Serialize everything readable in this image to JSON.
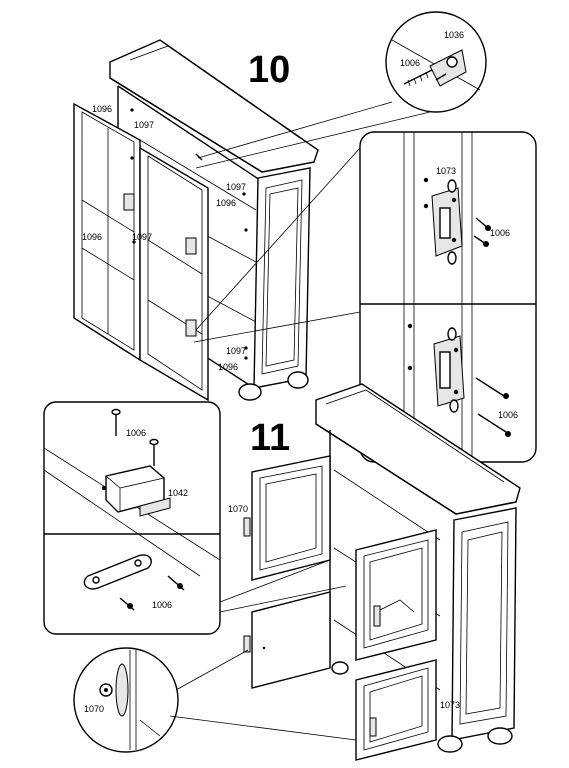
{
  "steps": {
    "step10": "10",
    "step11": "11"
  },
  "parts": {
    "p1036": "1036",
    "p1006": "1006",
    "p1096": "1096",
    "p1097": "1097",
    "p1073": "1073",
    "p1042": "1042",
    "p1070": "1070"
  },
  "colors": {
    "line": "#000000",
    "background": "#ffffff",
    "shade": "#e6e6e6"
  },
  "icons": [
    "screw-icon",
    "hinge-icon",
    "magnetic-catch-icon",
    "strike-plate-icon",
    "knob-icon"
  ]
}
